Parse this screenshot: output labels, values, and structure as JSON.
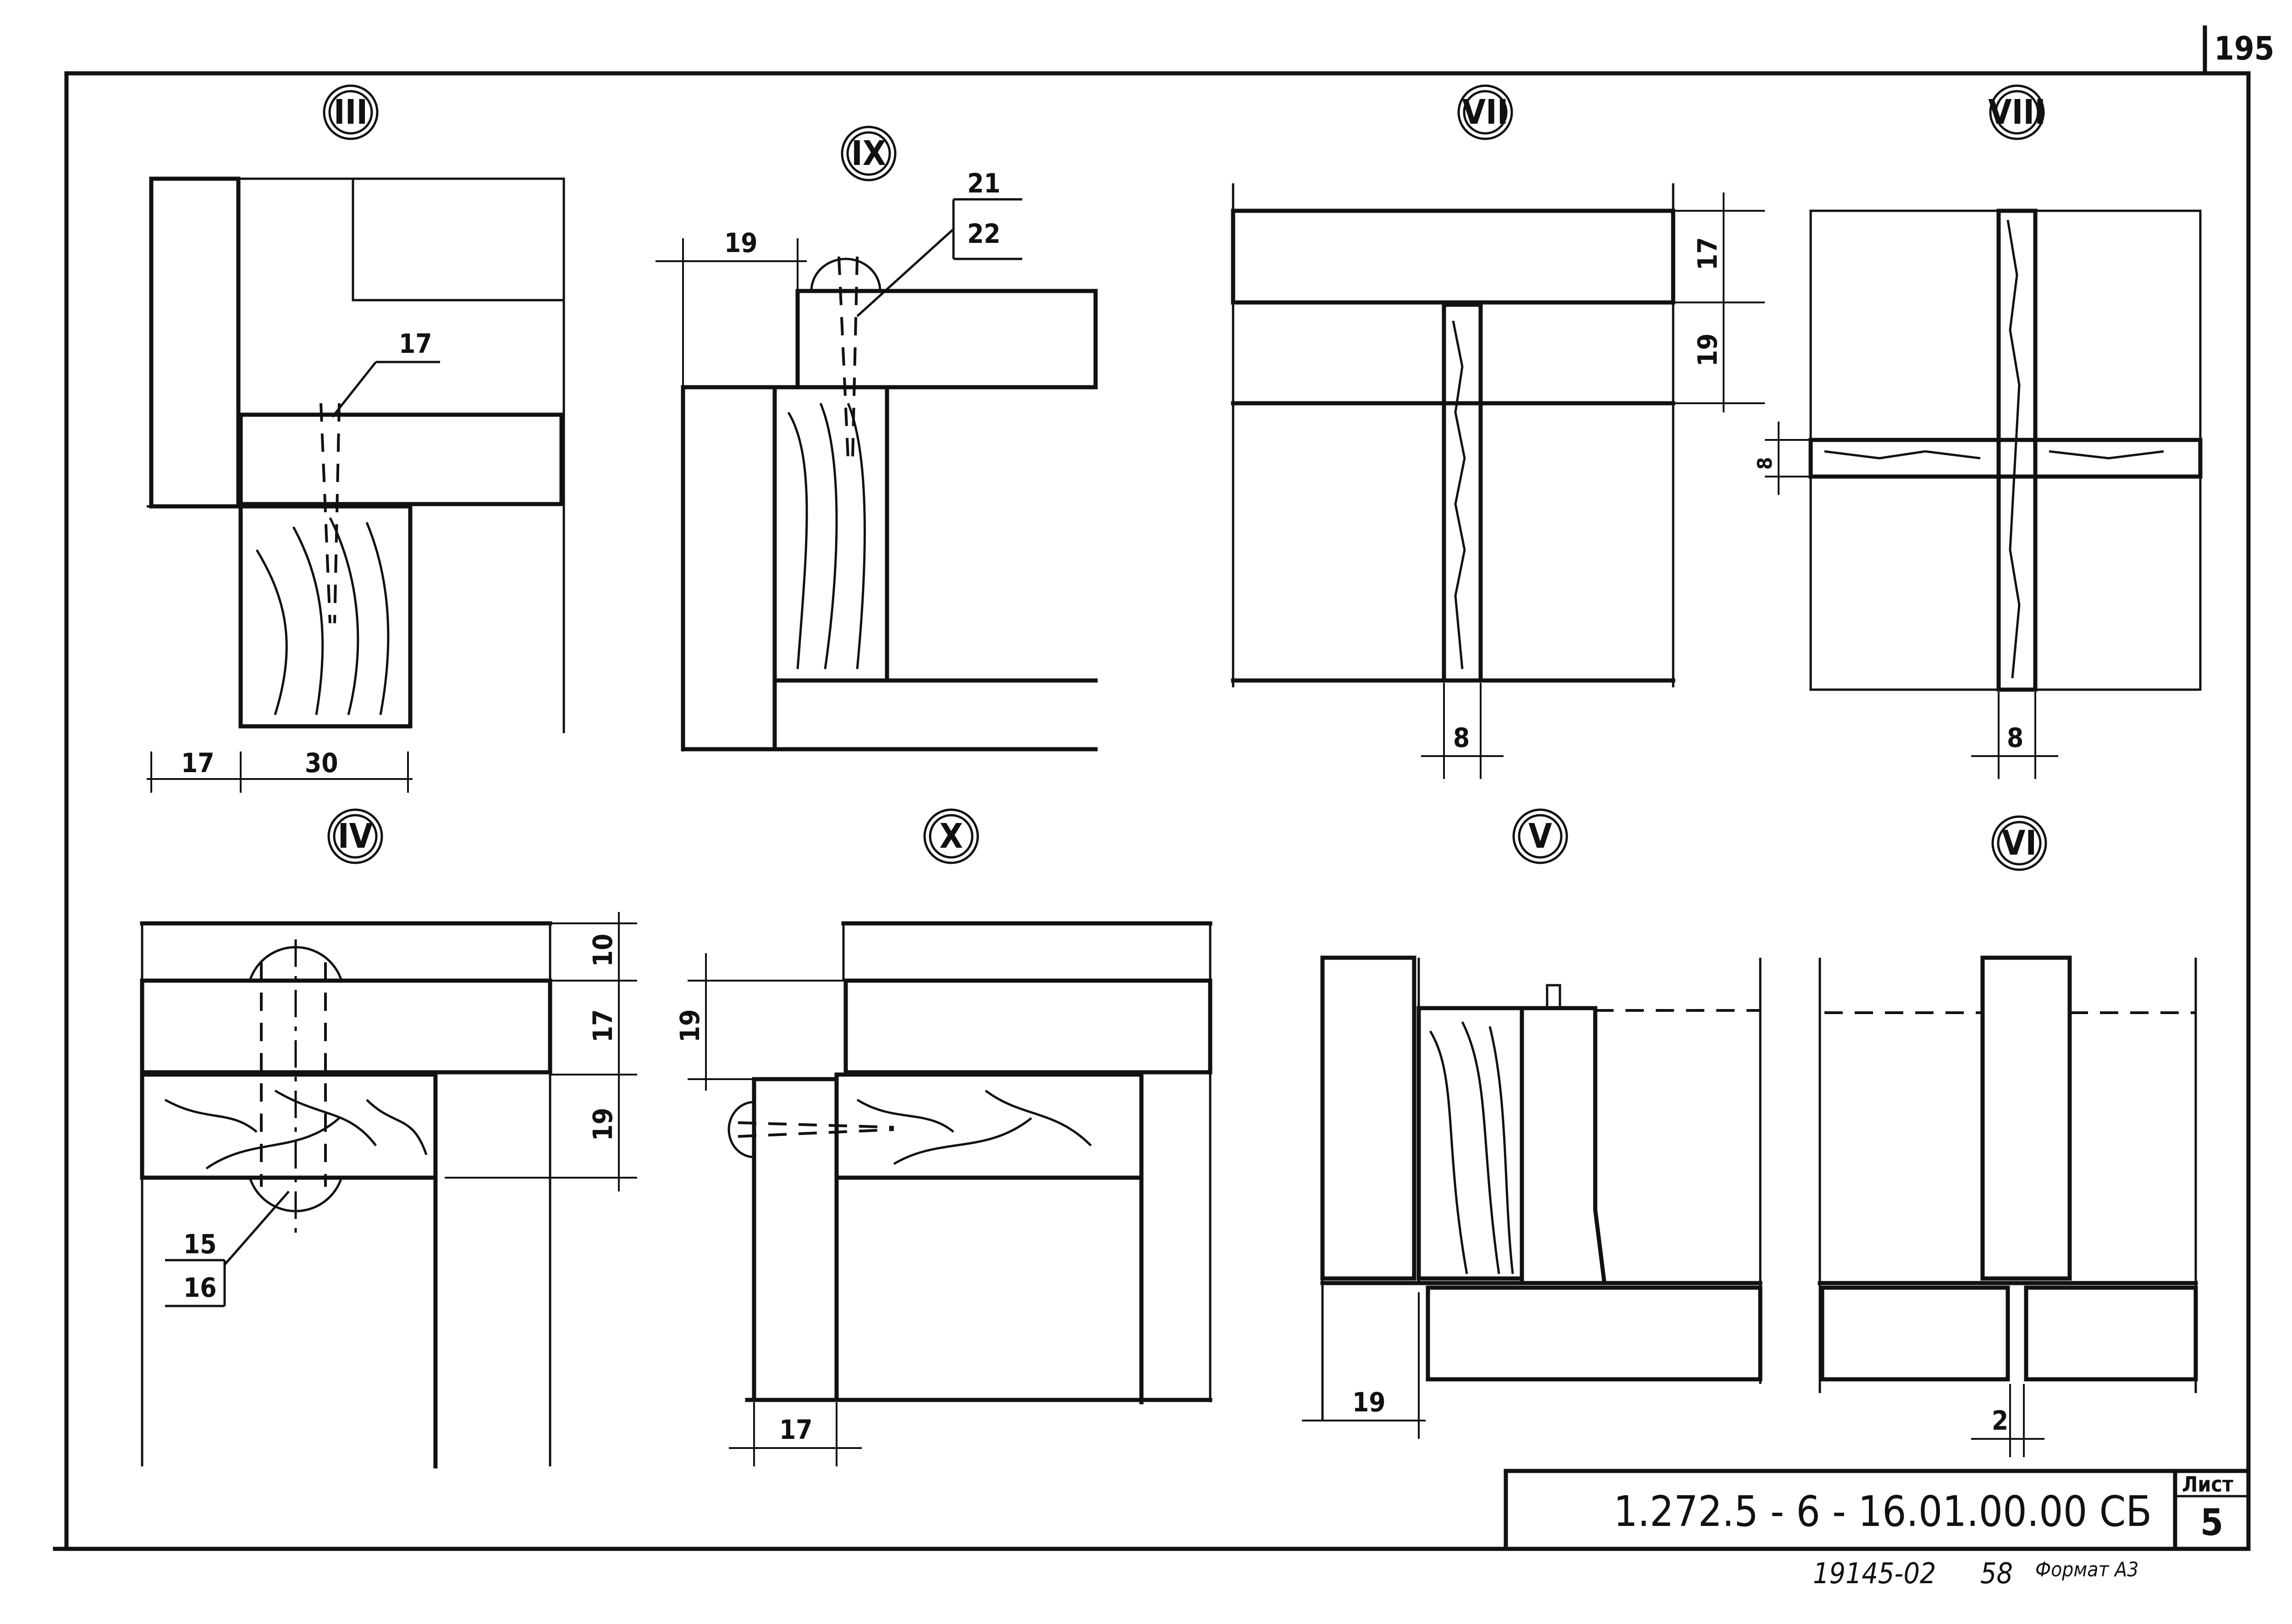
{
  "page_number": "195",
  "views": {
    "v3": "III",
    "v9": "IX",
    "v7": "VII",
    "v8": "VIII",
    "v4": "IV",
    "v10": "X",
    "v5": "V",
    "v6": "VI"
  },
  "dimensions": {
    "v3_a": "17",
    "v3_b": "30",
    "v3_callout": "17",
    "v9_a": "19",
    "v9_callout_top": "21",
    "v9_callout_bottom": "22",
    "v7_a": "17",
    "v7_b": "19",
    "v7_c": "8",
    "v8_a": "8",
    "v8_b": "8",
    "v4_a": "10",
    "v4_b": "17",
    "v4_c": "19",
    "v4_callout_top": "15",
    "v4_callout_bottom": "16",
    "v10_a": "19",
    "v10_b": "17",
    "v5_a": "19",
    "v6_a": "2"
  },
  "title_block": {
    "designation": "1.272.5 - 6 - 16.01.00.00 СБ",
    "sheet_label": "Лист",
    "sheet_number": "5"
  },
  "footer": {
    "inventory": "19145-02",
    "copy": "58",
    "format": "Формат А3"
  }
}
